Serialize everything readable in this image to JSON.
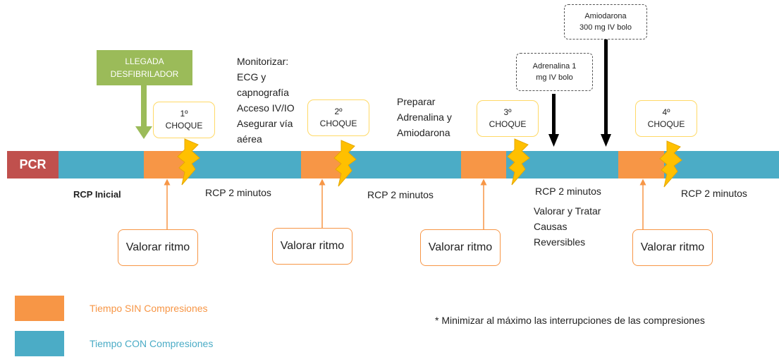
{
  "colors": {
    "orange": "#f79646",
    "blue": "#4bacc6",
    "pcr_red": "#c0504d",
    "green": "#9bbb59",
    "yellow_border": "#ffd966",
    "bolt": "#ffc000"
  },
  "timeline": {
    "start_label": "PCR",
    "initial_label": "RCP Inicial",
    "rcp_labels": [
      "RCP 2 minutos",
      "RCP 2 minutos",
      "RCP 2 minutos",
      "RCP 2 minutos"
    ]
  },
  "llegada": {
    "line1": "LLEGADA",
    "line2": "DESFIBRILADOR"
  },
  "choques": [
    {
      "line1": "1º",
      "line2": "CHOQUE"
    },
    {
      "line1": "2º",
      "line2": "CHOQUE"
    },
    {
      "line1": "3º",
      "line2": "CHOQUE"
    },
    {
      "line1": "4º",
      "line2": "CHOQUE"
    }
  ],
  "valorar_label": "Valorar ritmo",
  "notes": {
    "monitorizar": [
      "Monitorizar:",
      "ECG y",
      "capnografía",
      "Acceso IV/IO",
      "Asegurar vía",
      "aérea"
    ],
    "preparar": [
      "Preparar",
      "Adrenalina y",
      "Amiodarona"
    ],
    "causas": [
      "Valorar y Tratar",
      "Causas",
      "Reversibles"
    ]
  },
  "drugs": {
    "adrenalina": {
      "line1": "Adrenalina 1",
      "line2": "mg IV bolo"
    },
    "amiodarona": {
      "line1": "Amiodarona",
      "line2": "300 mg IV bolo"
    }
  },
  "legend": {
    "sin": "Tiempo SIN Compresiones",
    "con": "Tiempo CON Compresiones"
  },
  "footnote": "* Minimizar al máximo las interrupciones de las compresiones"
}
